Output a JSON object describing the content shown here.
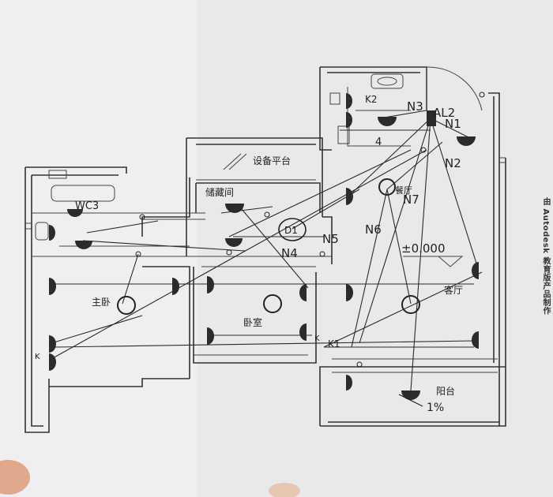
{
  "side_note": "由 Autodesk 教育版产品制作",
  "rooms": {
    "equipment_platform": "设备平台",
    "storage": "储藏间",
    "wc": "WC3",
    "master_bedroom": "主卧",
    "bedroom": "卧室",
    "living_room": "客厅",
    "balcony": "阳台",
    "kitchen": "K2",
    "hall": "餐厅"
  },
  "panels": {
    "main_box": "AL2",
    "distribution": "D1"
  },
  "circuits": {
    "n1": "N1",
    "n2": "N2",
    "n3": "N3",
    "n4": "N4",
    "n5": "N5",
    "n6": "N6",
    "n7": "N7"
  },
  "marks": {
    "elevation": "±0.000",
    "slope": "1%",
    "k": "K",
    "k1": "K1",
    "k2_bottom": "K",
    "four": "4"
  }
}
